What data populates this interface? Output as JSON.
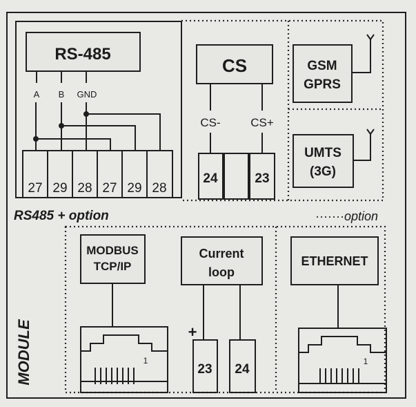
{
  "rs485_section": {
    "module_label": "RS-485",
    "signals": [
      "A",
      "B",
      "GND"
    ],
    "terminals": [
      "27",
      "29",
      "28",
      "27",
      "29",
      "28"
    ],
    "caption": "RS485 + option"
  },
  "cs_section": {
    "module_label": "CS",
    "signals": [
      "CS-",
      "CS+"
    ],
    "terminals": [
      "24",
      "",
      "23"
    ]
  },
  "wireless_section": {
    "gsm_line1": "GSM",
    "gsm_line2": "GPRS",
    "umts_line1": "UMTS",
    "umts_line2": "(3G)",
    "caption": "·······option"
  },
  "module_section": {
    "side_label": "MODULE",
    "modbus_line1": "MODBUS",
    "modbus_line2": "TCP/IP",
    "current_loop_line1": "Current",
    "current_loop_line2": "loop",
    "plus_sign": "+",
    "current_loop_terminals": [
      "23",
      "24"
    ],
    "ethernet_label": "ETHERNET",
    "rj45_pin1_label": "1"
  }
}
